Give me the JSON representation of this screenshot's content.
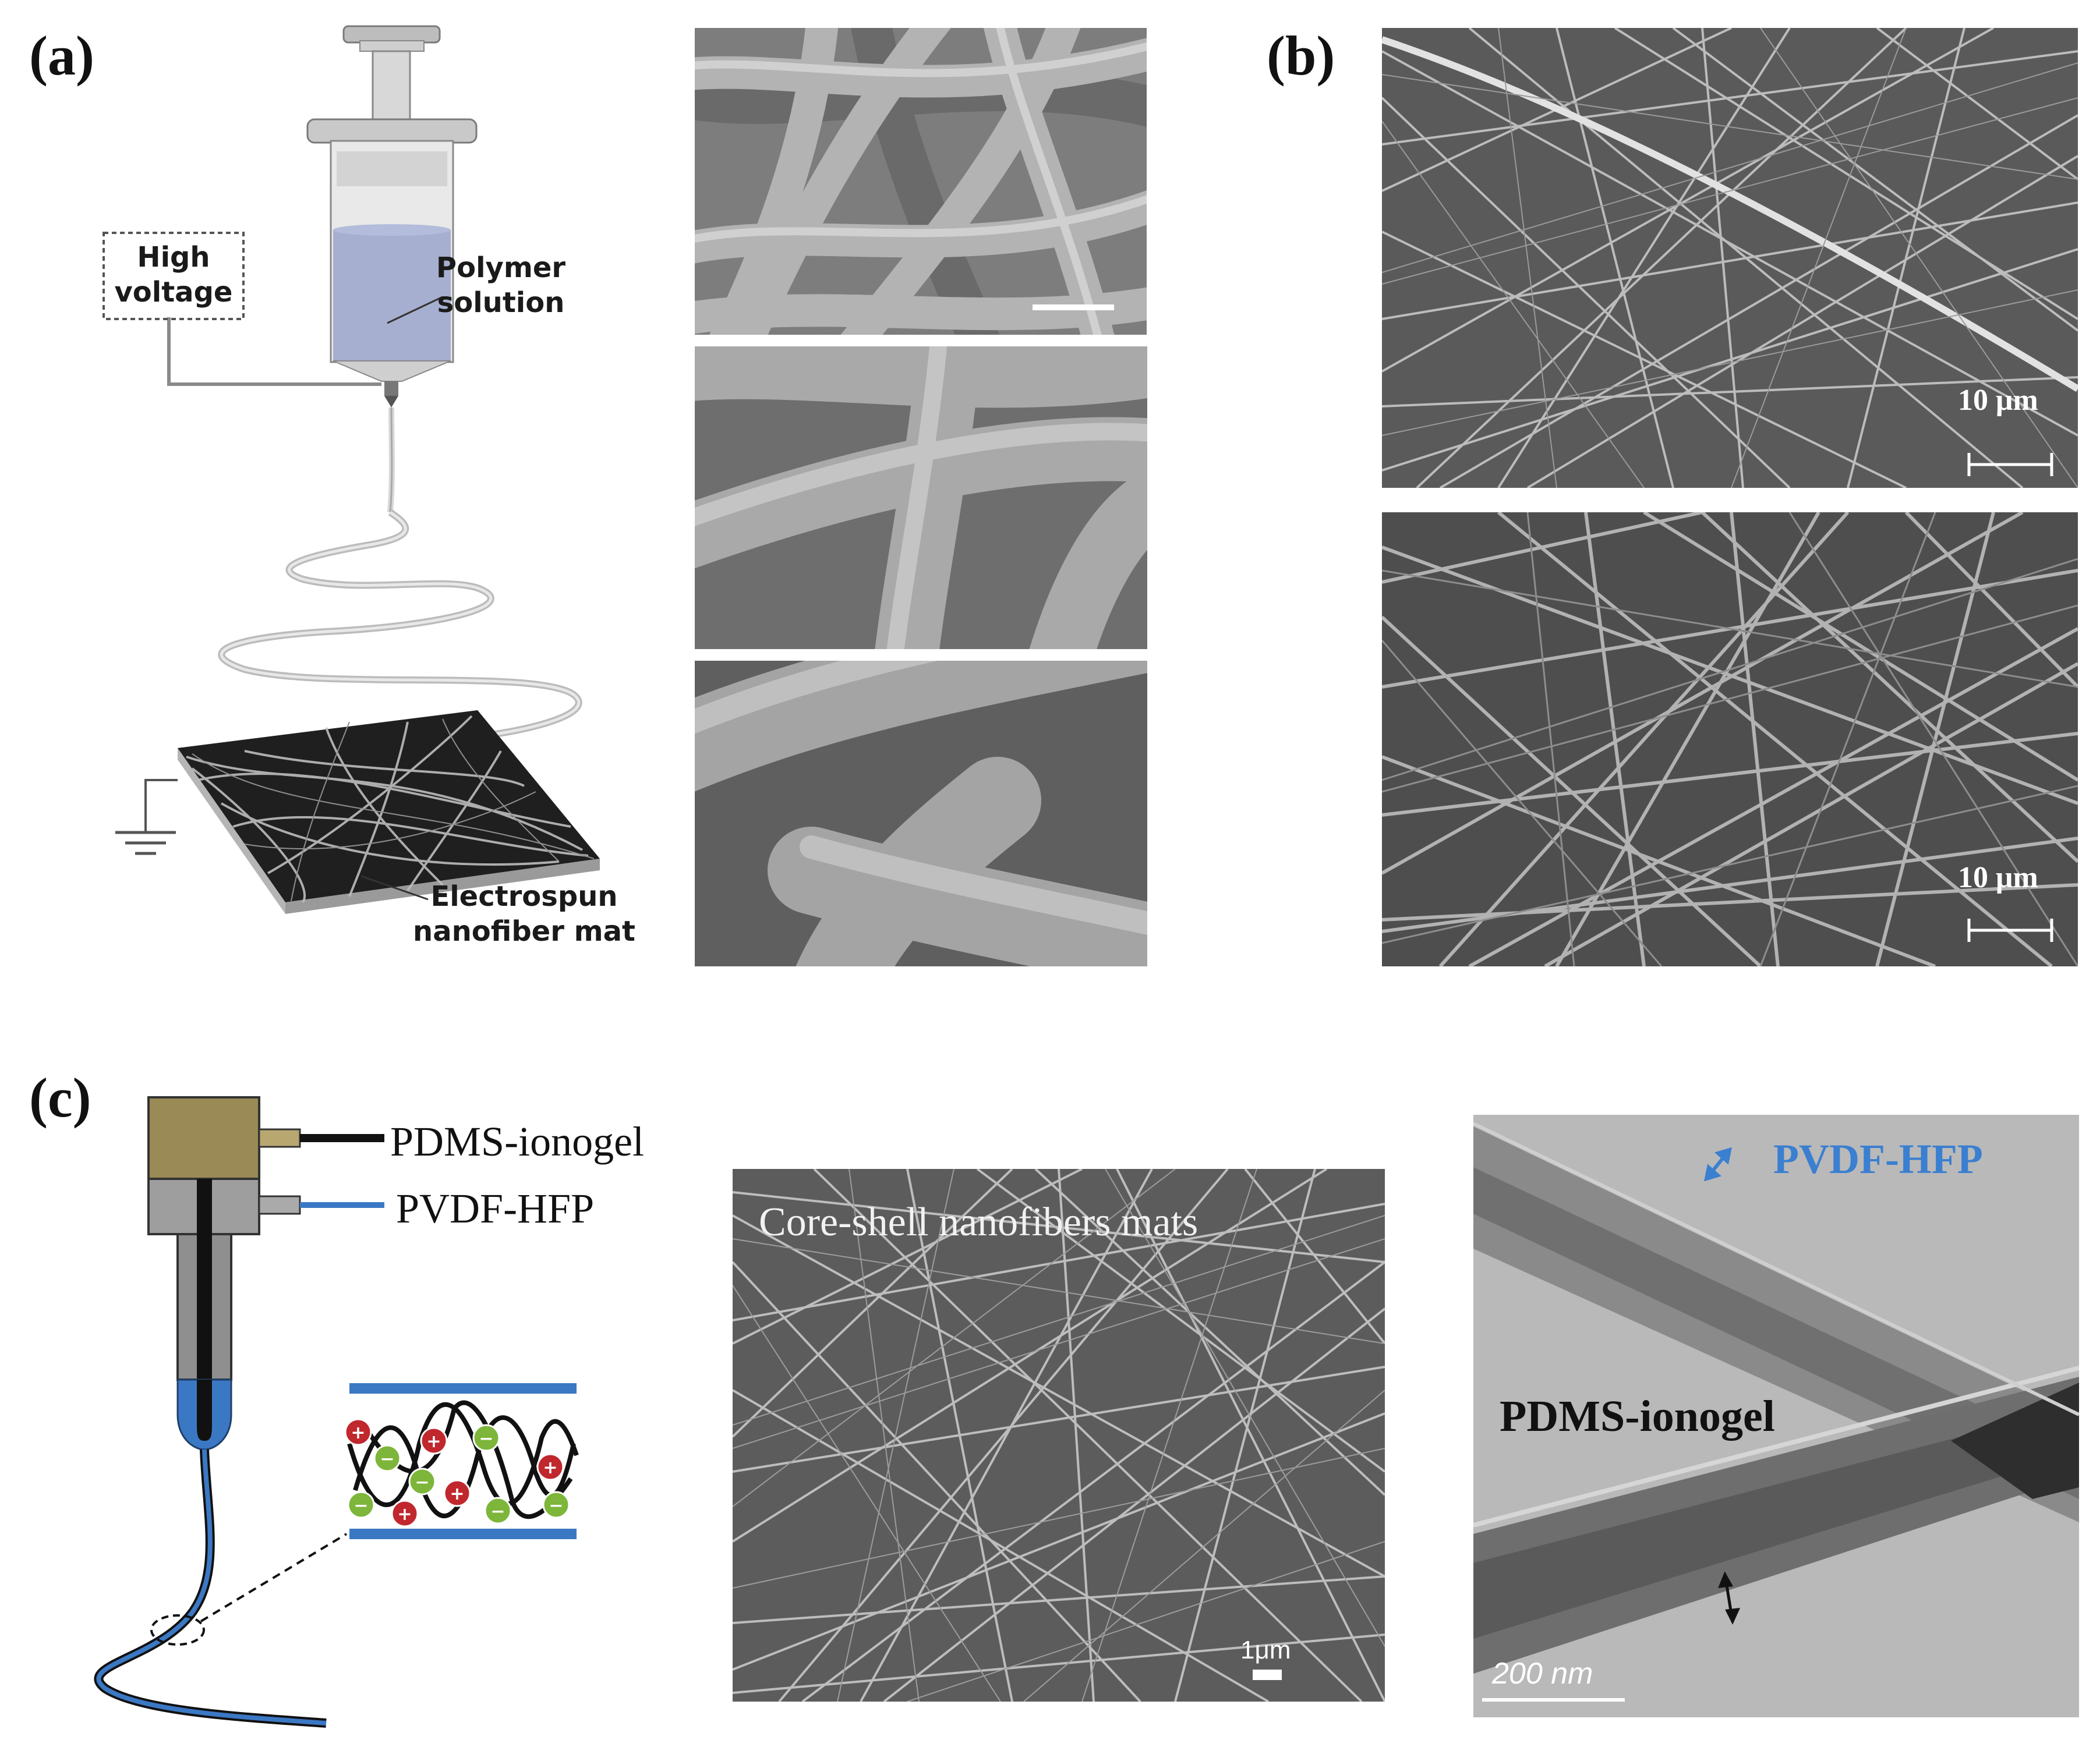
{
  "panels": {
    "a": {
      "letter": "(a)",
      "labels": {
        "high_voltage": "High voltage",
        "polymer_solution": "Polymer solution",
        "mat": "Electrospun nanofiber mat"
      },
      "sem_images": [
        "sem-a-top",
        "sem-a-middle",
        "sem-a-bottom"
      ]
    },
    "b": {
      "letter": "(b)",
      "scale_top": "10 μm",
      "scale_bottom": "10 μm"
    },
    "c": {
      "letter": "(c)",
      "label_core": "PDMS-ionogel",
      "label_shell": "PVDF-HFP",
      "sem_caption": "Core-shell nanofibers mats",
      "sem_scale": "1μm",
      "tem_shell": "PVDF-HFP",
      "tem_core": "PDMS-ionogel",
      "tem_scale": "200 nm"
    }
  },
  "colors": {
    "shell_blue": "#3b78c4",
    "tem_label_blue": "#3a7fd0",
    "syringe_solution": "#9ea8cc",
    "nozzle_body": "#9a8a55",
    "cation_red": "#c0282d",
    "anion_green": "#7db63a"
  }
}
